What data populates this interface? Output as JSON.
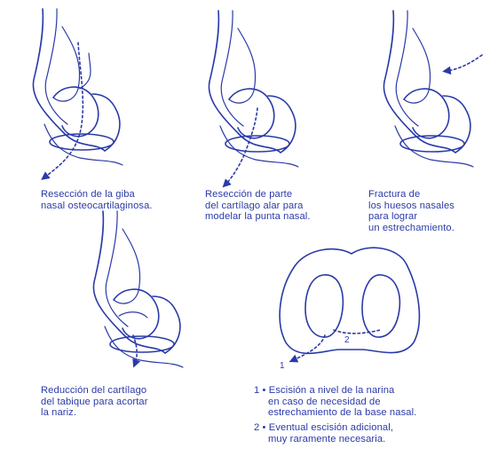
{
  "colors": {
    "ink": "#2a3aa8",
    "background": "#ffffff"
  },
  "panels": [
    {
      "id": "giba",
      "caption": [
        "Resección de la giba",
        "nasal osteocartilaginosa."
      ]
    },
    {
      "id": "alar",
      "caption": [
        "Resección de parte",
        "del cartílago alar para",
        "modelar la punta nasal."
      ]
    },
    {
      "id": "fractura",
      "caption": [
        "Fractura de",
        "los huesos nasales",
        "para lograr",
        "un estrechamiento."
      ]
    },
    {
      "id": "tabique",
      "caption": [
        "Reducción del cartílago",
        "del tabique para acortar",
        "la nariz."
      ]
    },
    {
      "id": "narina",
      "markers": [
        "1",
        "2"
      ],
      "notes": [
        {
          "num": "1 •",
          "lines": [
            "Escisión a nivel de la narina",
            "en caso de necesidad de",
            "estrechamiento de la base nasal."
          ]
        },
        {
          "num": "2 •",
          "lines": [
            "Eventual escisión adicional,",
            "muy raramente necesaria."
          ]
        }
      ]
    }
  ]
}
